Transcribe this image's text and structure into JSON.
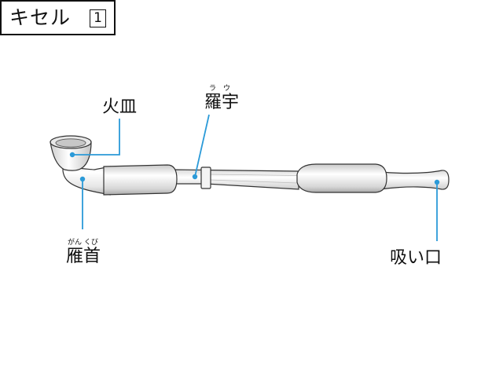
{
  "title": {
    "text": "キセル",
    "number": "1"
  },
  "parts": {
    "hizara": {
      "label": "火皿"
    },
    "rau": {
      "label": "羅宇",
      "reading": "ラ　ウ"
    },
    "ganku": {
      "label": "雁首",
      "reading": "がん くび"
    },
    "suikuchi": {
      "label": "吸い口"
    }
  },
  "colors": {
    "leader_line": "#2b9ad8",
    "point": "#2b9ad8",
    "outline": "#333333",
    "metal_light": "#f2f2f2",
    "metal_shade": "#cfcfcf"
  }
}
